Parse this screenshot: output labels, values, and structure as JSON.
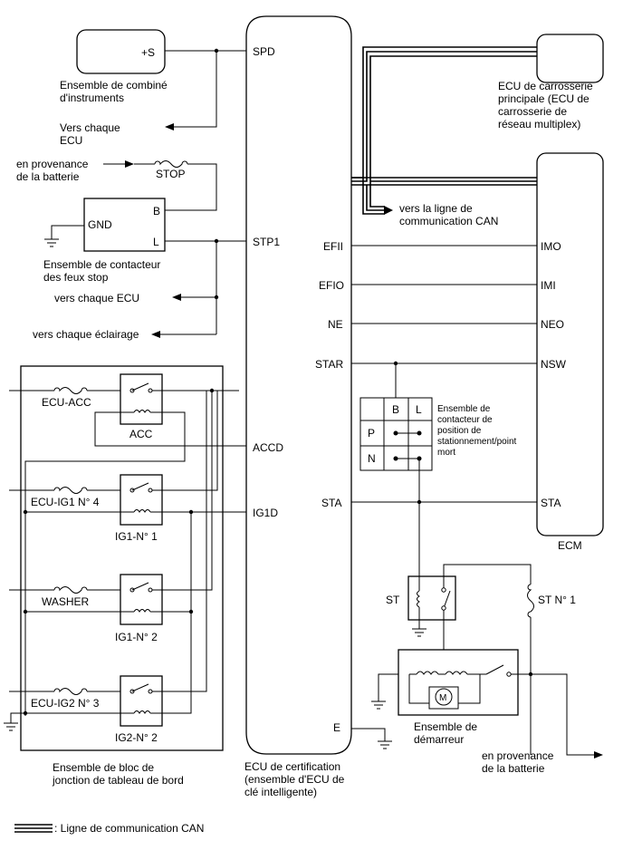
{
  "combination_meter": {
    "terminal": "+S",
    "label_l1": "Ensemble de combiné",
    "label_l2": "d'instruments"
  },
  "to_each_ecu_top": {
    "l1": "Vers chaque",
    "l2": "ECU"
  },
  "battery_top": {
    "l1": "en provenance",
    "l2": "de la batterie",
    "fuse": "STOP"
  },
  "stop_switch": {
    "gnd": "GND",
    "b": "B",
    "l": "L",
    "label_l1": "Ensemble de contacteur",
    "label_l2": "des feux stop"
  },
  "to_each_ecu_mid": "vers chaque ECU",
  "to_each_light": "vers chaque éclairage",
  "junction_block": {
    "acc_fuse": "ECU-ACC",
    "acc_relay": "ACC",
    "ig1_fuse": "ECU-IG1 N° 4",
    "ig1_relay": "IG1-N° 1",
    "washer_fuse": "WASHER",
    "ig1_2_relay": "IG1-N° 2",
    "ig2_fuse": "ECU-IG2 N° 3",
    "ig2_relay": "IG2-N° 2",
    "label_l1": "Ensemble de bloc de",
    "label_l2": "jonction de tableau de bord"
  },
  "cert_ecu": {
    "spd": "SPD",
    "stp1": "STP1",
    "accd": "ACCD",
    "ig1d": "IG1D",
    "efii": "EFII",
    "efio": "EFIO",
    "ne": "NE",
    "star": "STAR",
    "sta": "STA",
    "e": "E",
    "label_l1": "ECU de certification",
    "label_l2": "(ensemble d'ECU de",
    "label_l3": "clé intelligente)"
  },
  "main_body_ecu": {
    "l1": "ECU de carrosserie",
    "l2": "principale (ECU de",
    "l3": "carrosserie de",
    "l4": "réseau multiplex)"
  },
  "can_line": {
    "l1": "vers la ligne de",
    "l2": "communication CAN"
  },
  "ecm": {
    "imo": "IMO",
    "imi": "IMI",
    "neo": "NEO",
    "nsw": "NSW",
    "sta": "STA",
    "label": "ECM"
  },
  "park_neutral_switch": {
    "col_b": "B",
    "col_l": "L",
    "row_p": "P",
    "row_n": "N",
    "label_l1": "Ensemble de",
    "label_l2": "contacteur de",
    "label_l3": "position de",
    "label_l4": "stationnement/point",
    "label_l5": "mort"
  },
  "st_relay": "ST",
  "st_fuse": "ST N° 1",
  "starter": {
    "motor": "M",
    "label_l1": "Ensemble de",
    "label_l2": "démarreur"
  },
  "battery_bottom": {
    "l1": "en provenance",
    "l2": "de la batterie"
  },
  "legend": ": Ligne de communication CAN"
}
